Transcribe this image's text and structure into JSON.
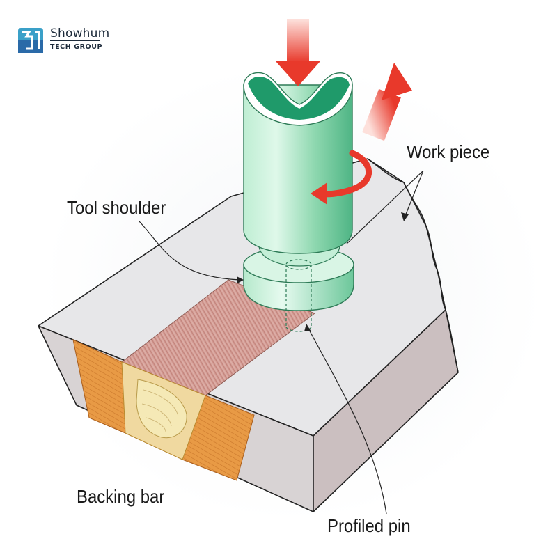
{
  "logo": {
    "name": "Showhum",
    "subtitle": "TECH GROUP",
    "colors": {
      "mark_top": "#3aa0c8",
      "mark_bottom": "#2a6aa8"
    }
  },
  "labels": {
    "work_piece": "Work piece",
    "tool_shoulder": "Tool shoulder",
    "profiled_pin": "Profiled pin",
    "backing_bar": "Backing bar"
  },
  "colors": {
    "tool": "#8fd8b0",
    "tool_dark": "#2f9c6c",
    "tool_cup": "#1f9a6a",
    "arrow": "#e8392b",
    "plate_top": "#e6e6e8",
    "plate_side": "#d4cbcc",
    "weld_seam": "#c98a82",
    "weld_zone": "#e89a45",
    "nugget": "#f2e3a0"
  },
  "icons": [
    "down-arrow-icon",
    "travel-arrow-icon",
    "rotation-arrow-icon",
    "showhum-logo-icon"
  ]
}
